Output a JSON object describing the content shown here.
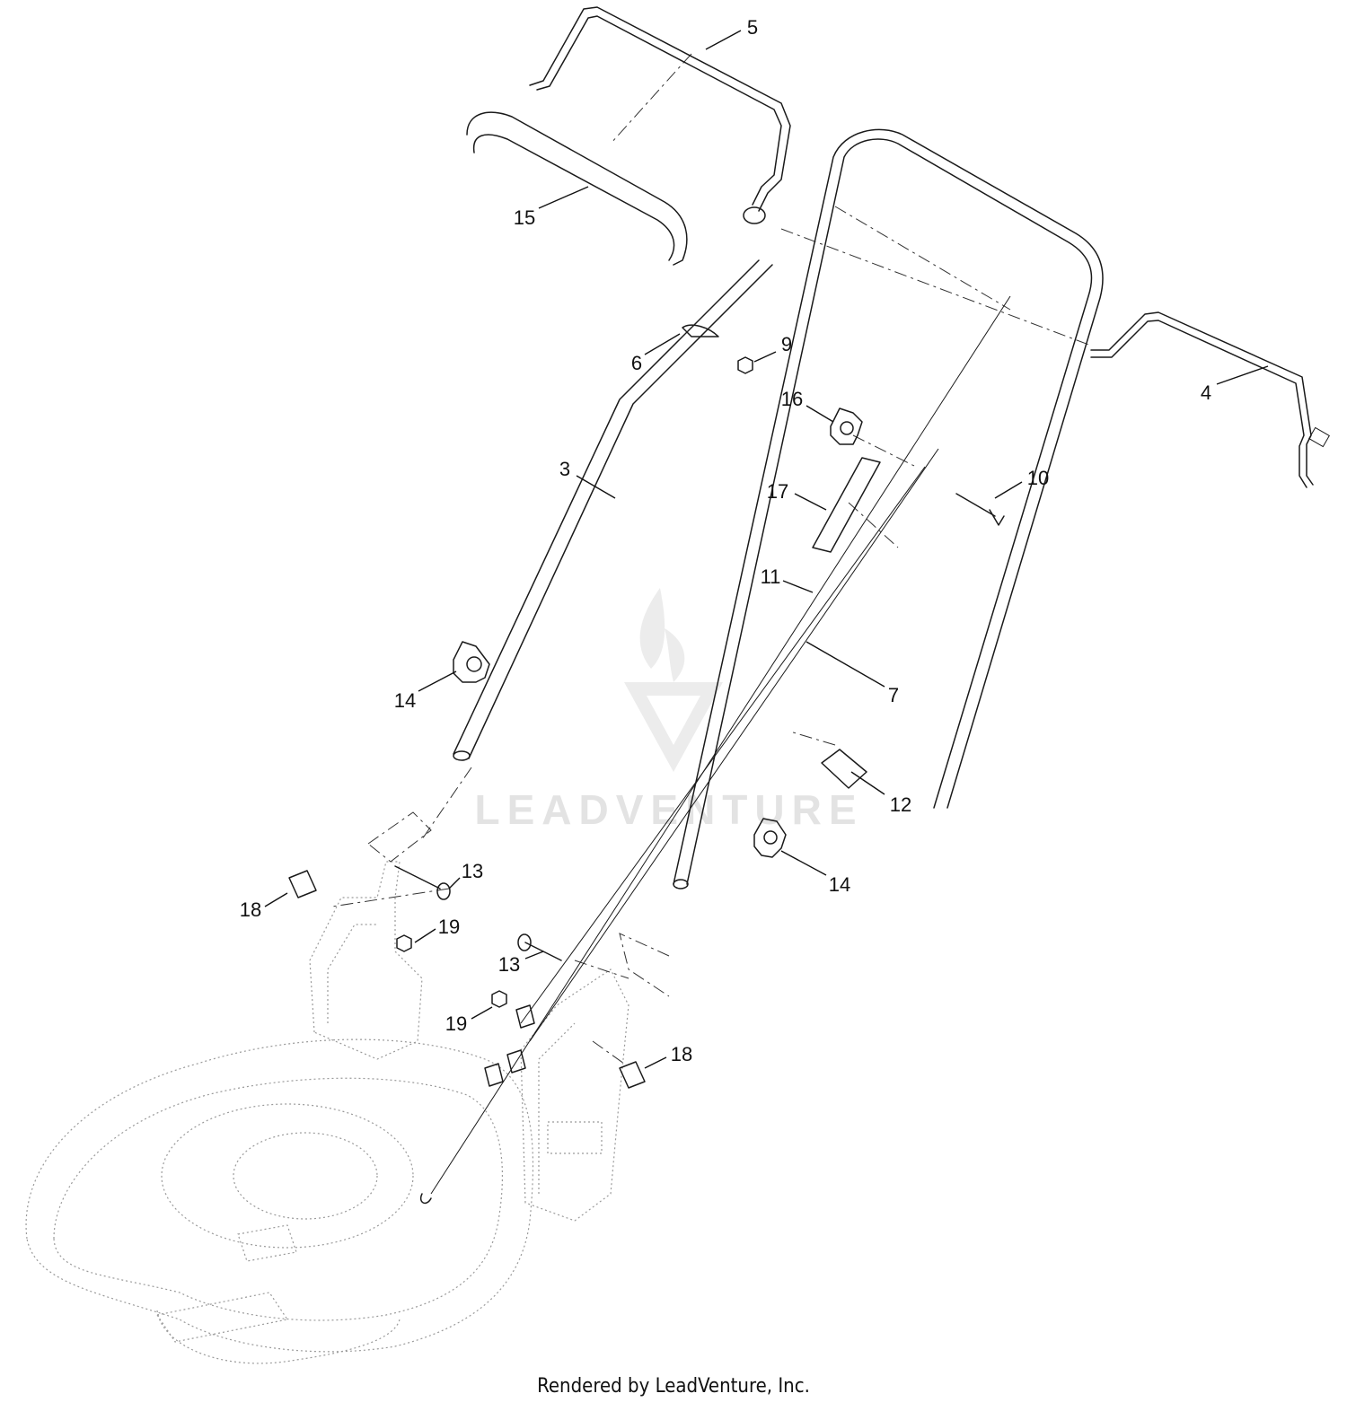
{
  "diagram": {
    "watermark": "LEADVENTURE",
    "credit": "Rendered by LeadVenture, Inc.",
    "callouts": [
      "5",
      "15",
      "6",
      "9",
      "4",
      "16",
      "3",
      "10",
      "17",
      "11",
      "7",
      "14",
      "12",
      "13",
      "18",
      "19",
      "13",
      "19",
      "18",
      "14"
    ]
  }
}
